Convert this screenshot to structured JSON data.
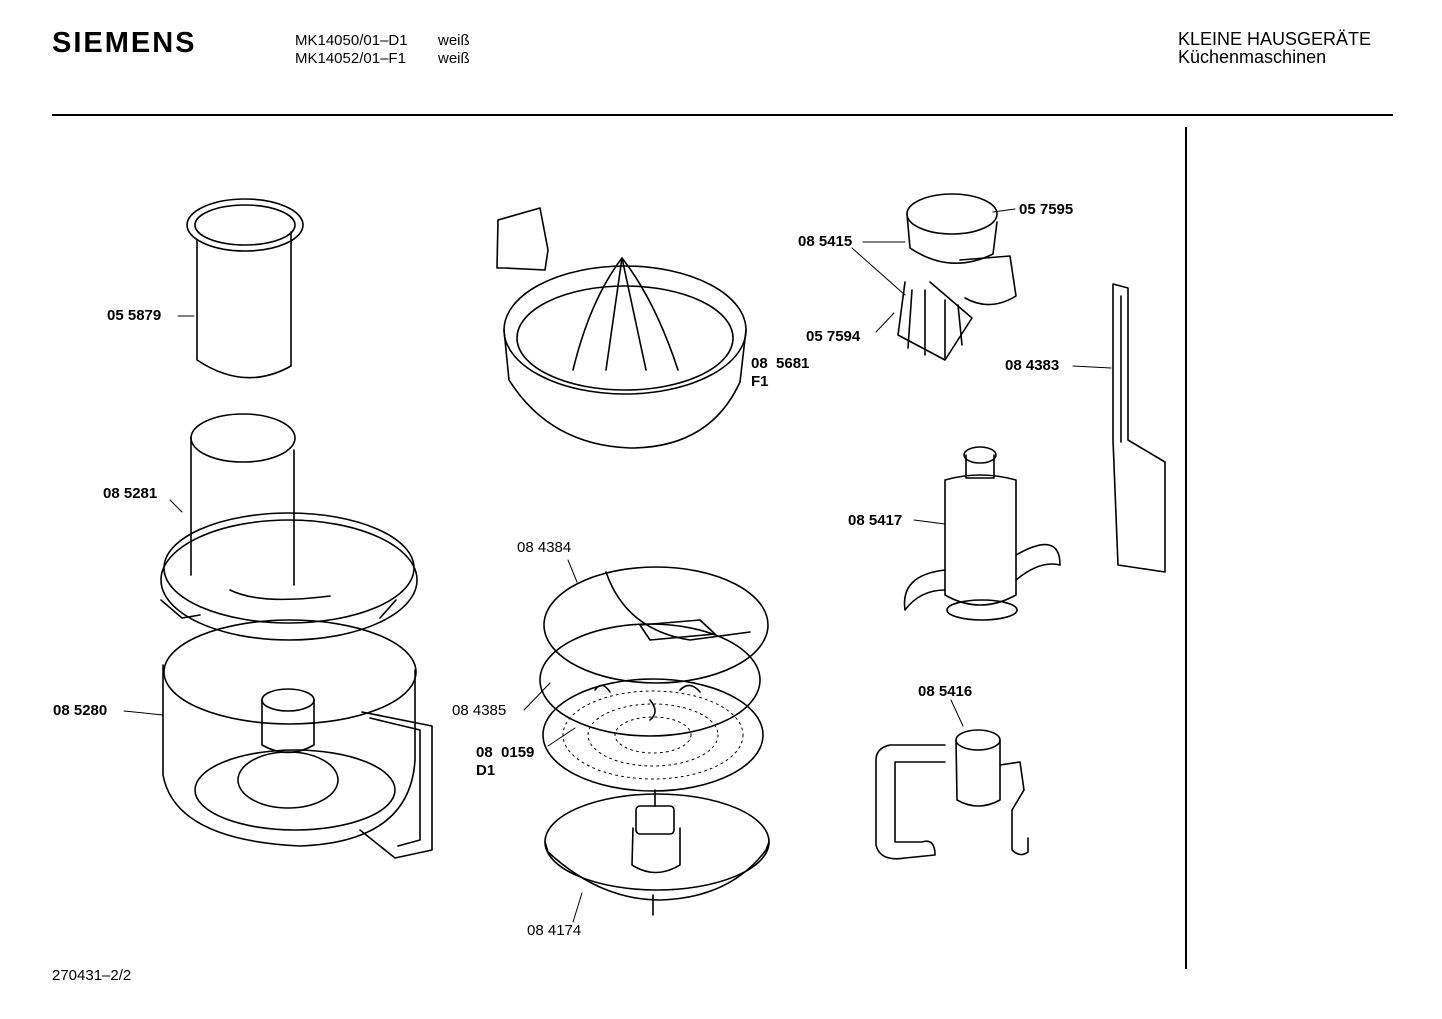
{
  "header": {
    "brand": "SIEMENS",
    "models": [
      {
        "code": "MK14050/01–D1",
        "color": "weiß"
      },
      {
        "code": "MK14052/01–F1",
        "color": "weiß"
      }
    ],
    "category": "KLEINE HAUSGERÄTE",
    "subcategory": "Küchenmaschinen"
  },
  "parts": {
    "p055879": "05 5879",
    "p085281": "08 5281",
    "p085280": "08 5280",
    "p085681": "08  5681",
    "p085681_variant": "F1",
    "p084384": "08 4384",
    "p084385": "08 4385",
    "p080159": "08  0159",
    "p080159_variant": "D1",
    "p084174": "08 4174",
    "p085415": "08 5415",
    "p057595": "05 7595",
    "p057594": "05 7594",
    "p084383": "08 4383",
    "p085417": "08 5417",
    "p085416": "08 5416"
  },
  "footer": {
    "page_ref": "270431–2/2"
  }
}
